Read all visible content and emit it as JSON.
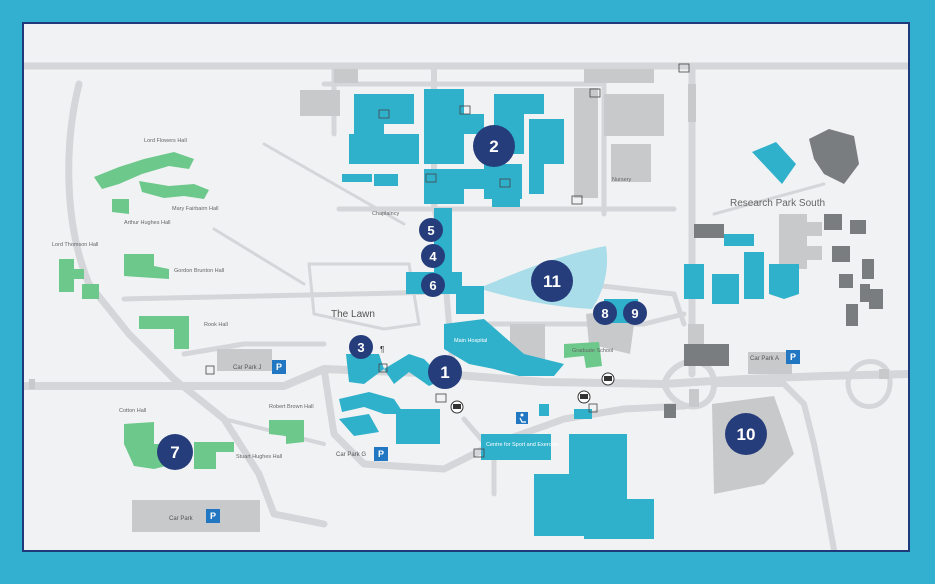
{
  "colors": {
    "border": "#33b0cf",
    "frame": "#1f3a78",
    "background": "#f1f2f3",
    "road": "#d4d6d9",
    "hospital": "#2fb1cc",
    "residence": "#6dc88b",
    "research": "#7a7d80",
    "other_building": "#c7c9cb",
    "marker": "#263d7c",
    "lake": "#a9dde9"
  },
  "markers": [
    {
      "id": "1",
      "label": "1"
    },
    {
      "id": "2",
      "label": "2"
    },
    {
      "id": "3",
      "label": "3"
    },
    {
      "id": "4",
      "label": "4"
    },
    {
      "id": "5",
      "label": "5"
    },
    {
      "id": "6",
      "label": "6"
    },
    {
      "id": "7",
      "label": "7"
    },
    {
      "id": "8",
      "label": "8"
    },
    {
      "id": "9",
      "label": "9"
    },
    {
      "id": "10",
      "label": "10"
    },
    {
      "id": "11",
      "label": "11"
    }
  ],
  "labels": {
    "research_park_south": "Research Park South",
    "the_lawn": "The Lawn",
    "car_park_j": "Car Park J",
    "car_park_g": "Car Park G",
    "car_park_a": "Car Park A",
    "car_park": "Car Park",
    "chaplaincy": "Chaplaincy",
    "nursery": "Nursery",
    "lord_flowers": "Lord Flowers Hall",
    "mary_fairbairn": "Mary Fairbairn Hall",
    "lord_thomson": "Lord Thomson Hall",
    "gordon_brunton": "Gordon Brunton Hall",
    "rook_hall": "Rook Hall",
    "robert_brown": "Robert Brown Hall",
    "cotton_hall": "Cotton Hall",
    "arthur_hughes": "Arthur Hughes Hall",
    "stuart_hughes": "Stuart Hughes Hall",
    "centre_sport": "Centre for Sport and Exercise",
    "graduate_school": "Graduate School",
    "hospital_main": "Main Hospital"
  },
  "icons": {
    "parking": "P",
    "accessible": "accessible-icon",
    "bus": "bus-icon",
    "cycle": "cycle-icon",
    "food": "food-icon"
  }
}
